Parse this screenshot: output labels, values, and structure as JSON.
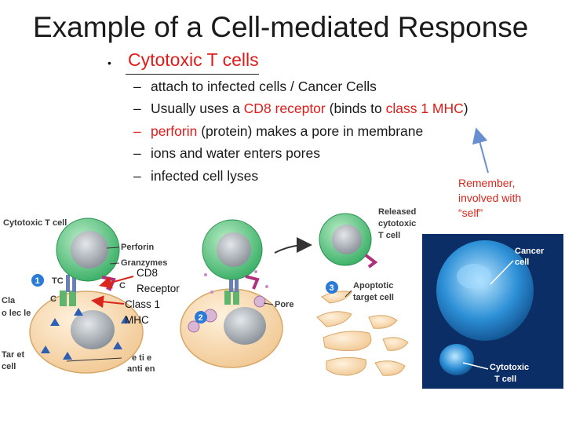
{
  "slide": {
    "title": "Example of a Cell-mediated Response",
    "bullet": "Cytotoxic T cells",
    "items": {
      "attach": "attach to infected cells / Cancer Cells",
      "usually_pre": "Usually uses a ",
      "usually_cd8": "CD8 receptor",
      "usually_mid": " (binds to ",
      "usually_mhc": "class 1 MHC",
      "usually_end": ")",
      "perforin_word": "perforin",
      "perforin_rest": " (protein) makes a pore in membrane",
      "ions": "ions and water enters pores",
      "lyses": "infected cell lyses"
    },
    "remember": {
      "line1": "Remember,",
      "line2": "involved with",
      "line3": "“self”"
    },
    "dash": "–",
    "bullet_mark": "•"
  },
  "diagram": {
    "cytotoxic_t_cell": "Cytotoxic T cell",
    "perforin": "Perforin",
    "granzymes": "Granzymes",
    "step1": "1",
    "tc": "TC",
    "c1": "C",
    "c2": "C",
    "cla": "Cla",
    "o_lec_le": "o  lec  le",
    "tar_et": "Tar et",
    "cell": "cell",
    "e_ti_e": "e  ti   e",
    "anti_en": "anti   en",
    "cd8": "CD8",
    "receptor": "Receptor",
    "class1": "Class 1",
    "mhc": "MHC",
    "step2": "2",
    "pore": "Pore",
    "released1": "Released",
    "released2": "cytotoxic",
    "released3": "T cell",
    "step3": "3",
    "apoptotic1": "Apoptotic",
    "apoptotic2": "target cell",
    "cancer1": "Cancer",
    "cancer2": "cell",
    "cyto_photo1": "Cytotoxic",
    "cyto_photo2": "T cell"
  }
}
